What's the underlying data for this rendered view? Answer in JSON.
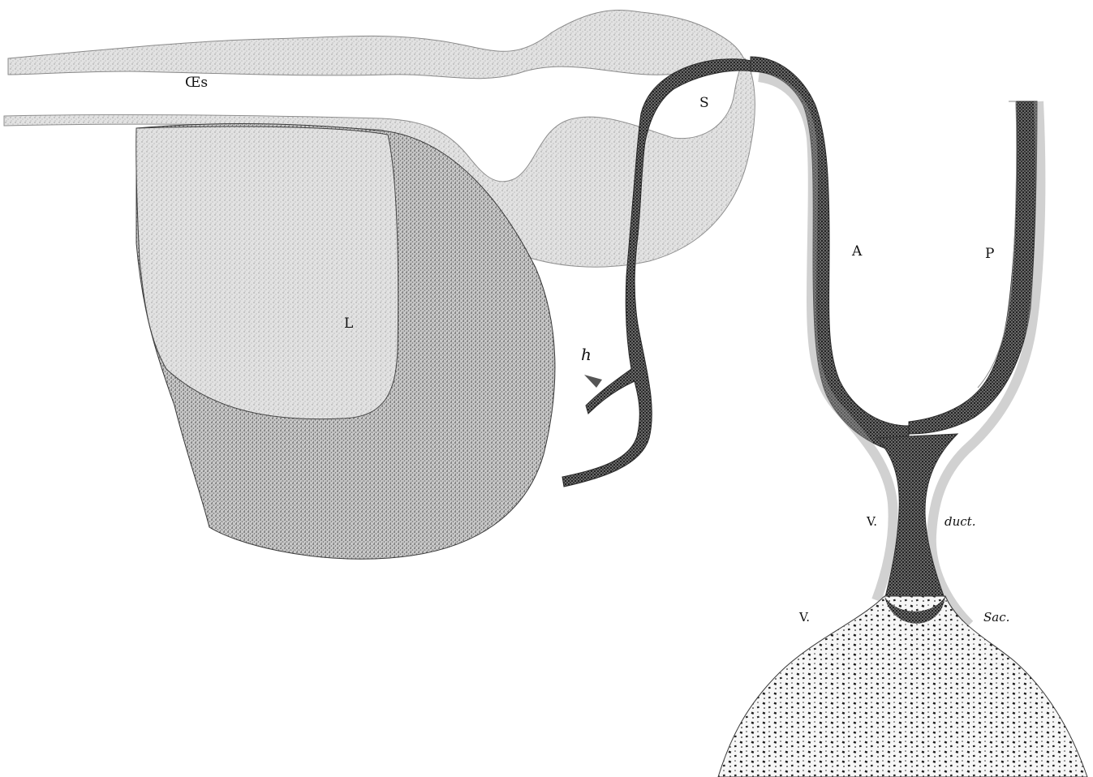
{
  "plate": {
    "colors": {
      "paper": "#ffffff",
      "light_tissue": "#dcdcdc",
      "medium_tissue": "#b9b9b9",
      "dark_tissue": "#4a4a4a",
      "stipple": "#1e1e1e",
      "outline": "#2b2b2b"
    }
  },
  "labels": {
    "oesophagus": "Œs",
    "stomach": "S",
    "liver": "L",
    "h": "h",
    "anterior": "A",
    "posterior": "P",
    "duct": "duct.",
    "v_upper": "V.",
    "v_lower": "V.",
    "sac": "Sac."
  }
}
